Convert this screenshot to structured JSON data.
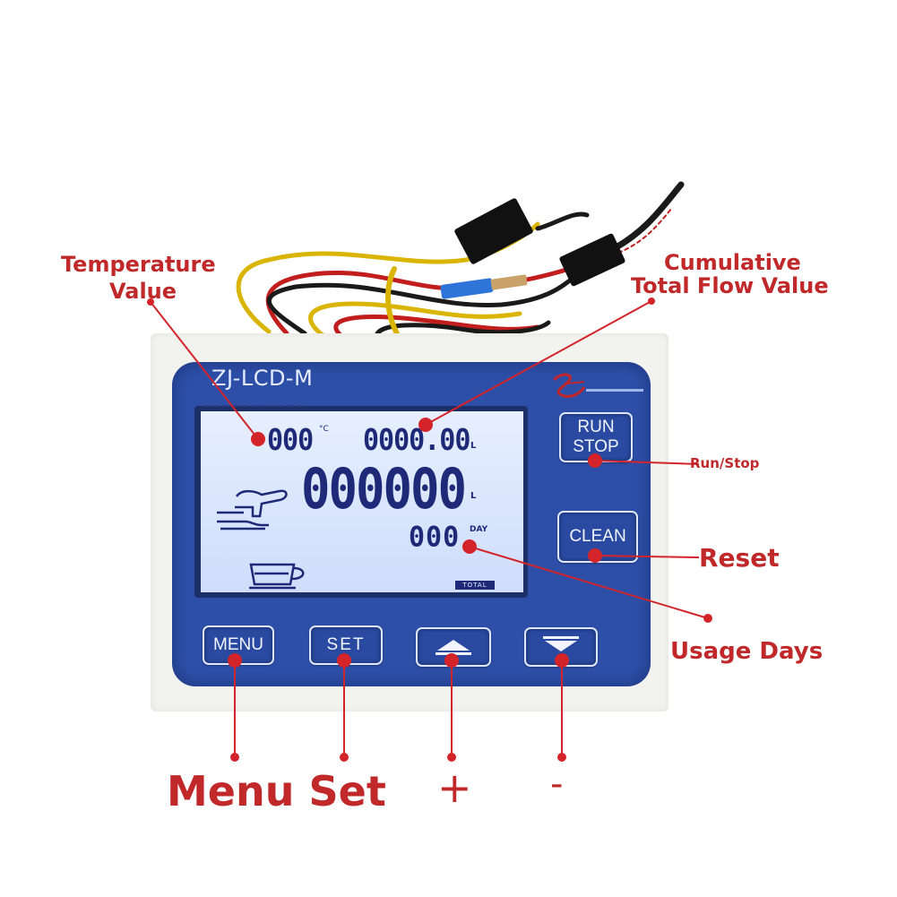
{
  "device": {
    "model": "ZJ-LCD-M",
    "lcd": {
      "temperature_value": "000",
      "temperature_unit": "°C",
      "cumulative_flow": "0000.00",
      "cumulative_flow_unit": "L",
      "main_flow": "000000",
      "main_flow_unit": "L",
      "usage_days": "000",
      "usage_days_unit": "DAY",
      "total_badge": "TOTAL"
    },
    "buttons": {
      "run_stop_line1": "RUN",
      "run_stop_line2": "STOP",
      "clean": "CLEAN",
      "menu": "MENU",
      "set": "SET",
      "up_icon": "up-triangle-icon",
      "down_icon": "down-triangle-icon"
    }
  },
  "annotations": {
    "temperature_line1": "Temperature",
    "temperature_line2": "Value",
    "cumulative_line1": "Cumulative",
    "cumulative_line2": "Total Flow Value",
    "run_stop": "Run/Stop",
    "reset": "Reset",
    "usage_days": "Usage Days",
    "menu_set": "Menu Set",
    "plus": "+",
    "minus": "-"
  },
  "colors": {
    "annotation_red": "#c0282a",
    "panel_blue": "#2d4fa8",
    "lcd_background": "#dbe6fd",
    "segment_color": "#1e2a78"
  }
}
